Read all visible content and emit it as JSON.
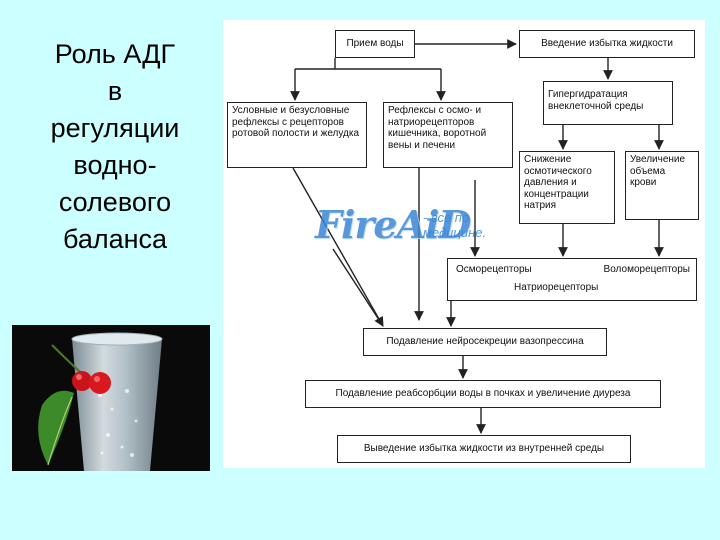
{
  "slide": {
    "title_lines": [
      "Роль АДГ",
      "в",
      "регуляции",
      "водно-",
      "солевого",
      "баланса"
    ]
  },
  "watermark": {
    "logo": "FireAiD",
    "tagline_lines": [
      "- все по",
      "медицине."
    ]
  },
  "diagram": {
    "boxes": {
      "water_intake": "Прием воды",
      "excess_fluid": "Введение избытка жидкости",
      "reflexes_receptors": "Условные и безусловные рефлексы с рецепторов ротовой полости и желудка",
      "reflexes_osmo": "Рефлексы с осмо- и натриорецепторов кишечника, воротной вены и печени",
      "hyperhydration": "Гипергидратация внеклеточной среды",
      "osmotic_pressure": "Снижение осмотического давления и концентрации натрия",
      "blood_volume": "Увеличение объема крови",
      "osmoreceptors": "Осморецепторы",
      "volumoreceptors": "Воломорецепторы",
      "natrioreceptors": "Натриорецепторы",
      "suppress_vasopressin": "Подавление нейросекреции вазопрессина",
      "suppress_reabsorption": "Подавление реабсорбции воды в почках и увеличение диуреза",
      "excretion": "Выведение избытка жидкости из внутренней среды"
    }
  },
  "colors": {
    "background": "#ccffff",
    "panel": "#ffffff",
    "watermark": "#3a86d6"
  }
}
